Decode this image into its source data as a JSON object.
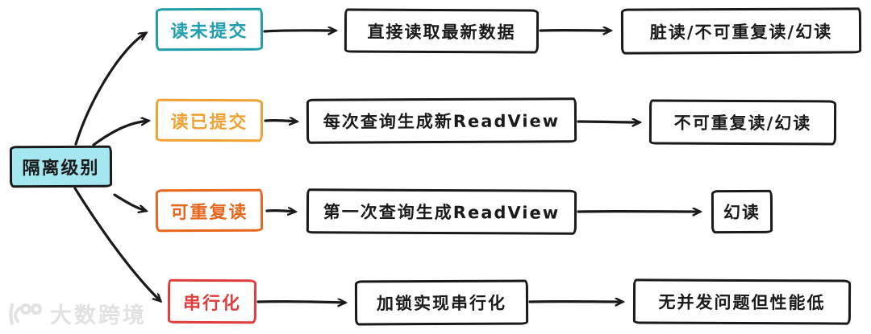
{
  "diagram": {
    "title_node": {
      "label": "隔离级别"
    },
    "levels": [
      {
        "name": "读未提交",
        "mechanism": "直接读取最新数据",
        "consequence": "脏读/不可重复读/幻读",
        "color": "#1f9fae"
      },
      {
        "name": "读已提交",
        "mechanism": "每次查询生成新ReadView",
        "consequence": "不可重复读/幻读",
        "color": "#f0a132"
      },
      {
        "name": "可重复读",
        "mechanism": "第一次查询生成ReadView",
        "consequence": "幻读",
        "color": "#e8671f"
      },
      {
        "name": "串行化",
        "mechanism": "加锁实现串行化",
        "consequence": "无并发问题但性能低",
        "color": "#e03e3e"
      }
    ],
    "colors": {
      "root_background": "#a5e7f0",
      "line": "#1a1a1a",
      "watermark": "#e2e2e2"
    },
    "watermark": "大数跨境"
  }
}
